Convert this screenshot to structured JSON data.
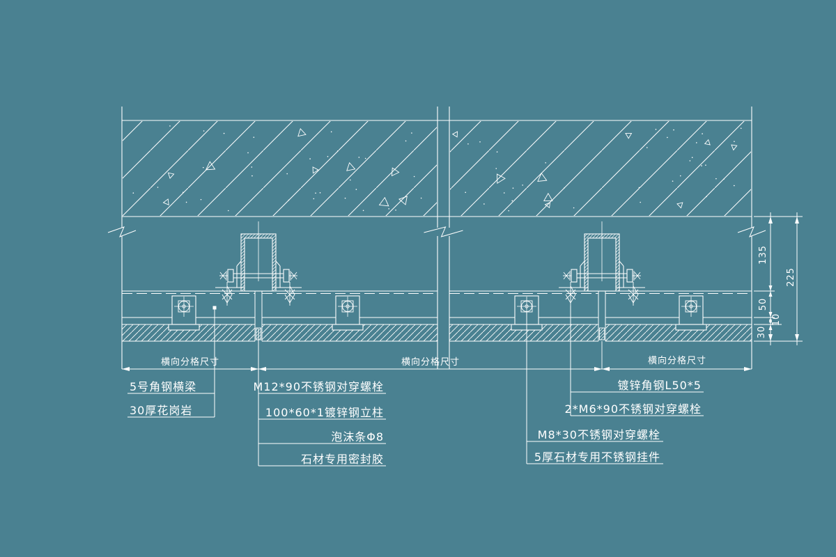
{
  "drawing": {
    "type": "stone-cladding-ceiling-mounting-detail",
    "colors": {
      "background": "#4A8191",
      "line": "#FFFFFF"
    }
  },
  "grid_texts": {
    "left": "横向分格尺寸",
    "middle": "横向分格尺寸",
    "right": "横向分格尺寸"
  },
  "dimensions_right": {
    "seg_top": "135",
    "seg_beam": "50",
    "seg_gap": "10",
    "seg_stone": "30",
    "overall": "225"
  },
  "leader_labels": {
    "left": [
      "5号角钢横梁",
      "30厚花岗岩"
    ],
    "middle": [
      "M12*90不锈钢对穿螺栓",
      "100*60*1镀锌钢立柱",
      "泡沫条Φ8",
      "石材专用密封胶"
    ],
    "right_inner": [
      "M8*30不锈钢对穿螺栓",
      "5厚石材专用不锈钢挂件"
    ],
    "right_outer": [
      "镀锌角钢L50*5",
      "2*M6*90不锈钢对穿螺栓"
    ]
  }
}
